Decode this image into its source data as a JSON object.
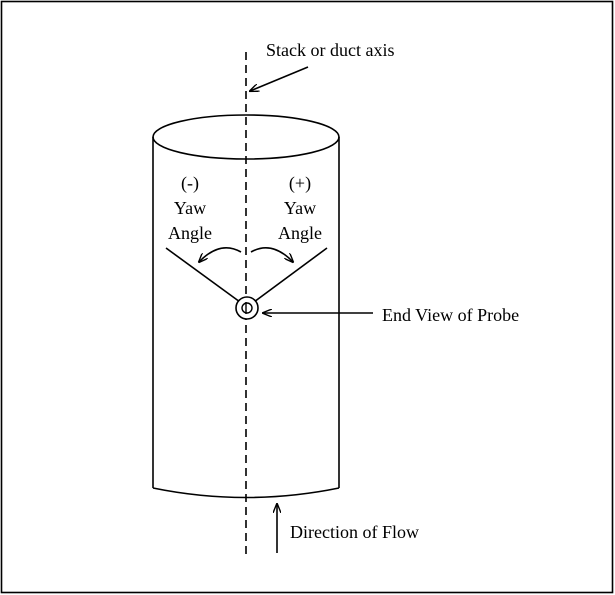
{
  "labels": {
    "stack_axis": "Stack or duct axis",
    "neg_sign": "(-)",
    "neg_yaw": "Yaw",
    "neg_angle": "Angle",
    "pos_sign": "(+)",
    "pos_yaw": "Yaw",
    "pos_angle": "Angle",
    "end_view": "End View of Probe",
    "flow": "Direction of Flow"
  }
}
